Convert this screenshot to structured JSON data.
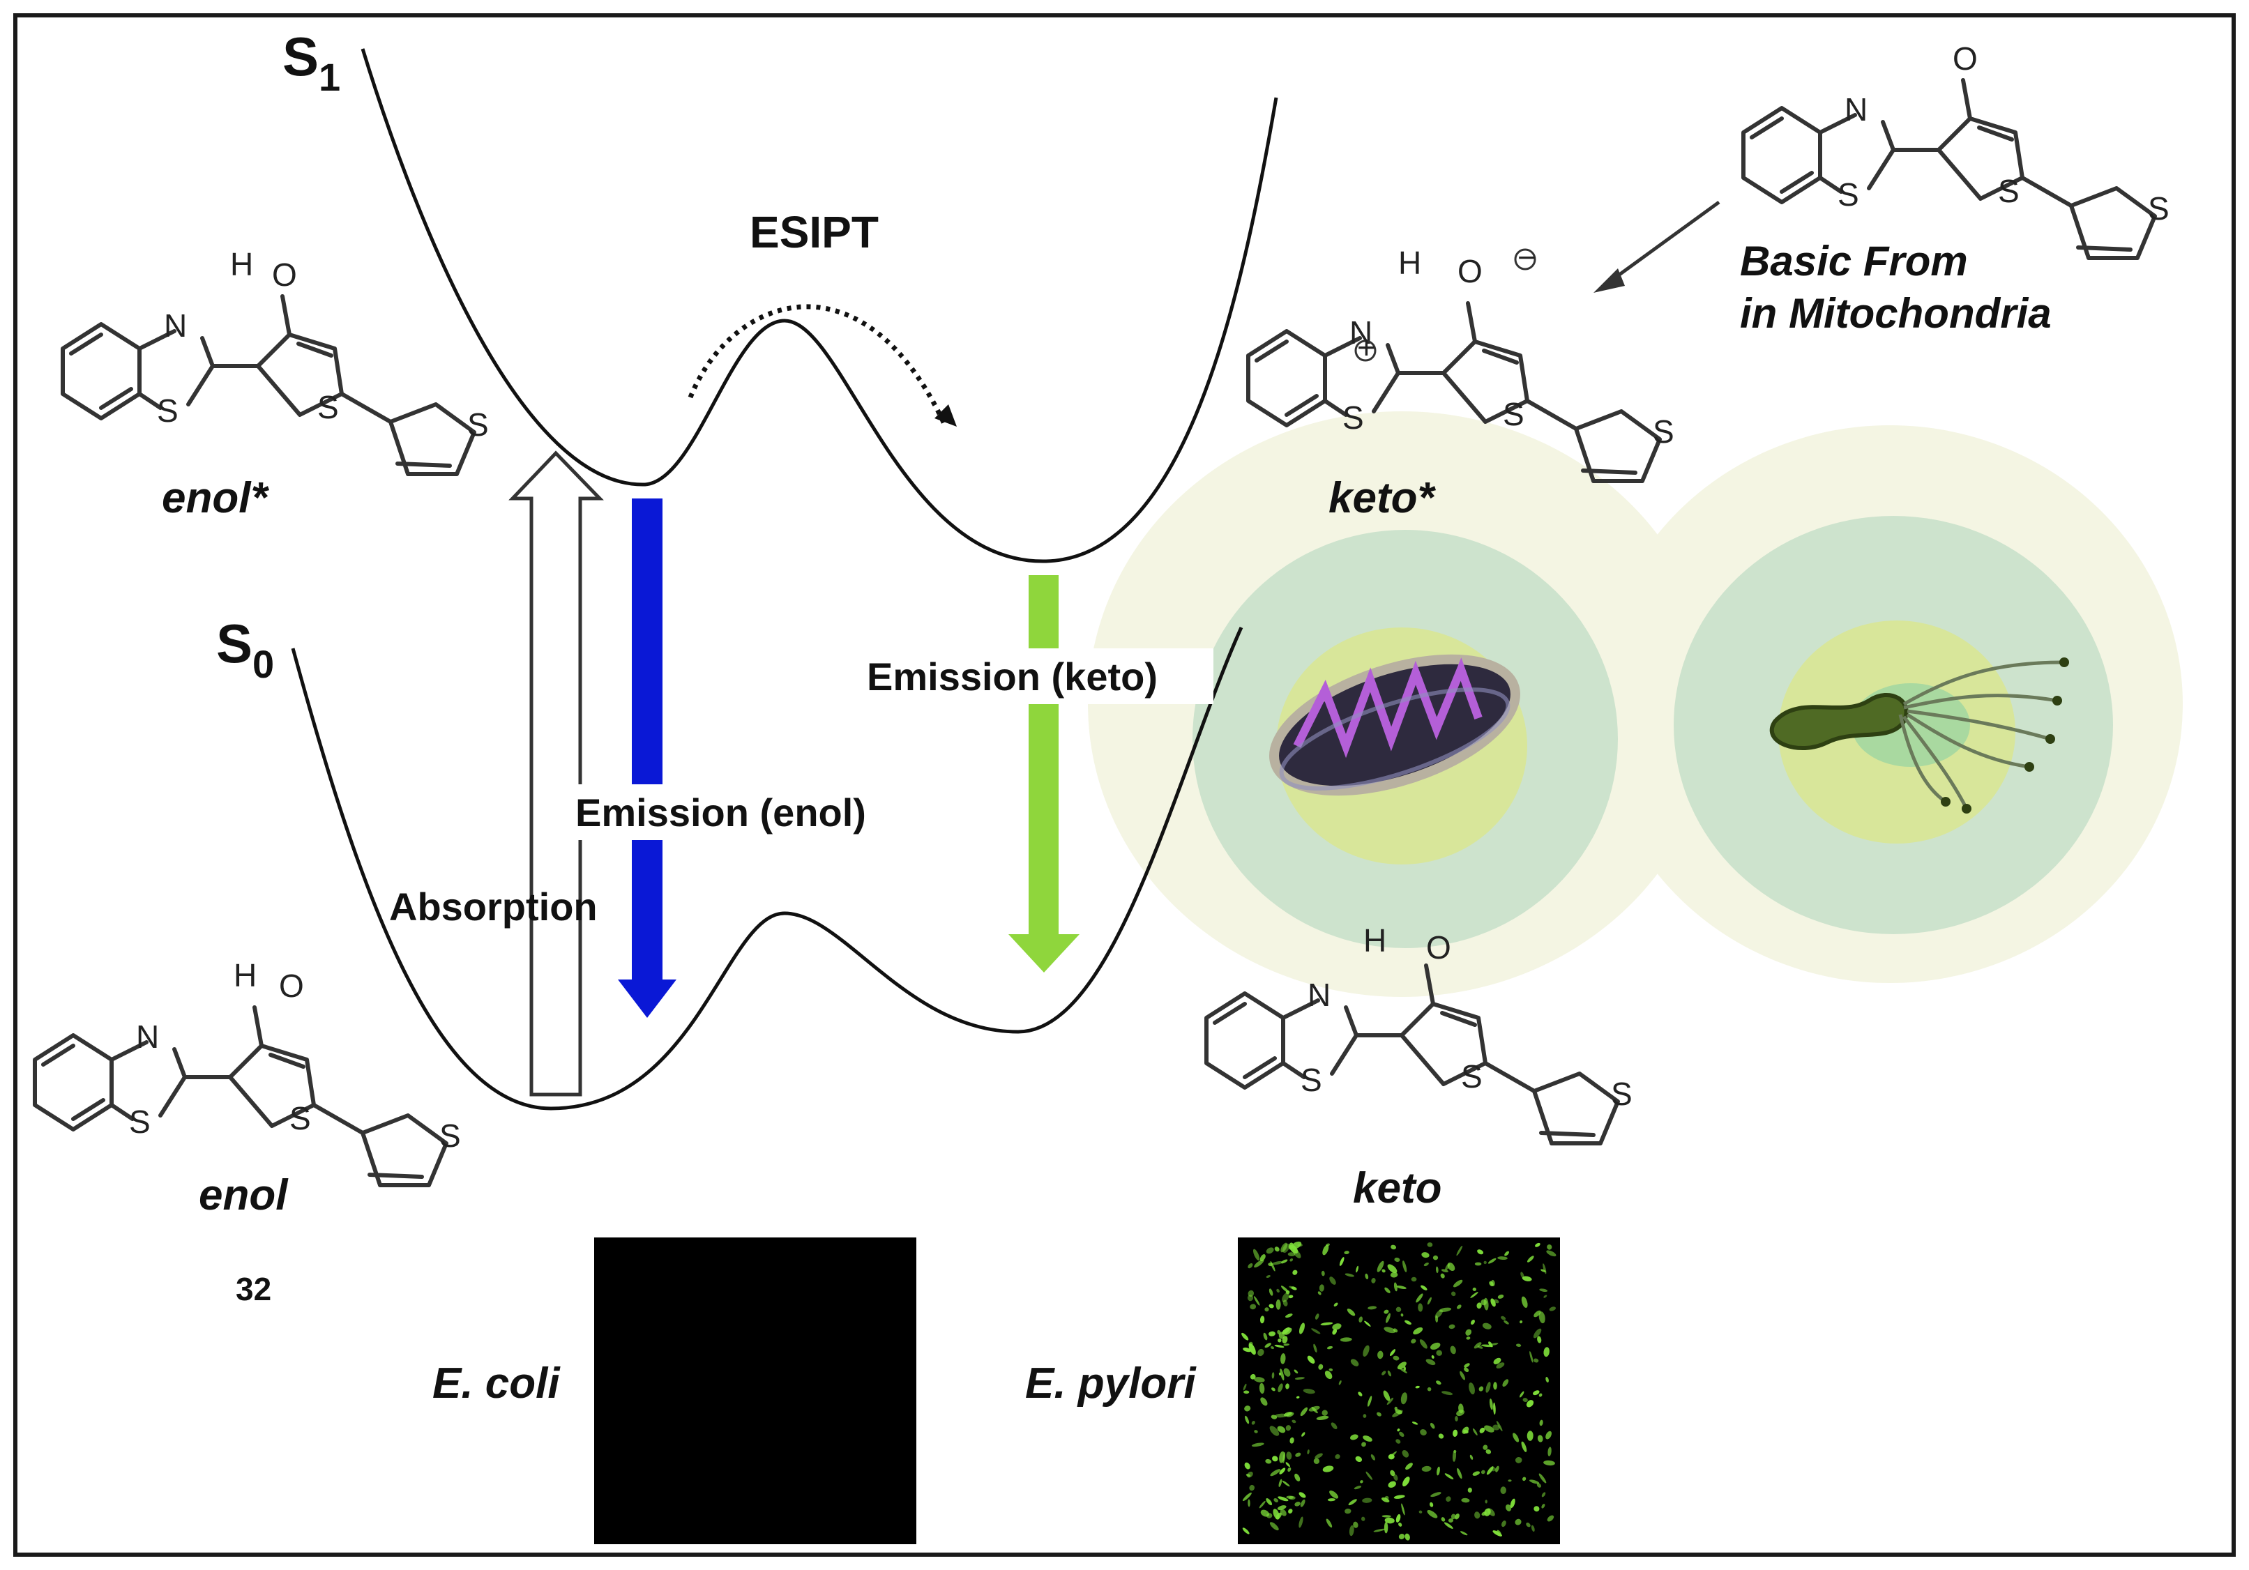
{
  "states": {
    "s1": {
      "letter": "S",
      "sub": "1"
    },
    "s0": {
      "letter": "S",
      "sub": "0"
    }
  },
  "process_labels": {
    "esipt": "ESIPT",
    "absorption": "Absorption",
    "emission_enol": "Emission (enol)",
    "emission_keto": "Emission (keto)"
  },
  "species": {
    "enol_excited": "enol*",
    "enol_ground": "enol",
    "keto_excited": "keto*",
    "keto_ground": "keto",
    "compound_number": "32",
    "basic_form_line1": "Basic From",
    "basic_form_line2": "in Mitochondria"
  },
  "atoms": {
    "nitrogen": "N",
    "sulfur": "S",
    "oxygen": "O",
    "hydrogen": "H",
    "oxygen_anion": "O",
    "minus_charge": "−",
    "plus_charge": "+"
  },
  "micrographs": {
    "left_label": "E. coli",
    "right_label": "E. pylori"
  },
  "colors": {
    "enol_emission_arrow": "#0a18d6",
    "keto_emission_arrow": "#8fd63c",
    "absorption_arrow_fill": "#ffffff",
    "halo_outer": "#f4f5e3",
    "halo_mid": "#cde3cd",
    "halo_inner": "#d8e69a",
    "micrograph_dark": "#000000",
    "micrograph_spots": "#7fe03a",
    "border": "#1a1a1a"
  }
}
